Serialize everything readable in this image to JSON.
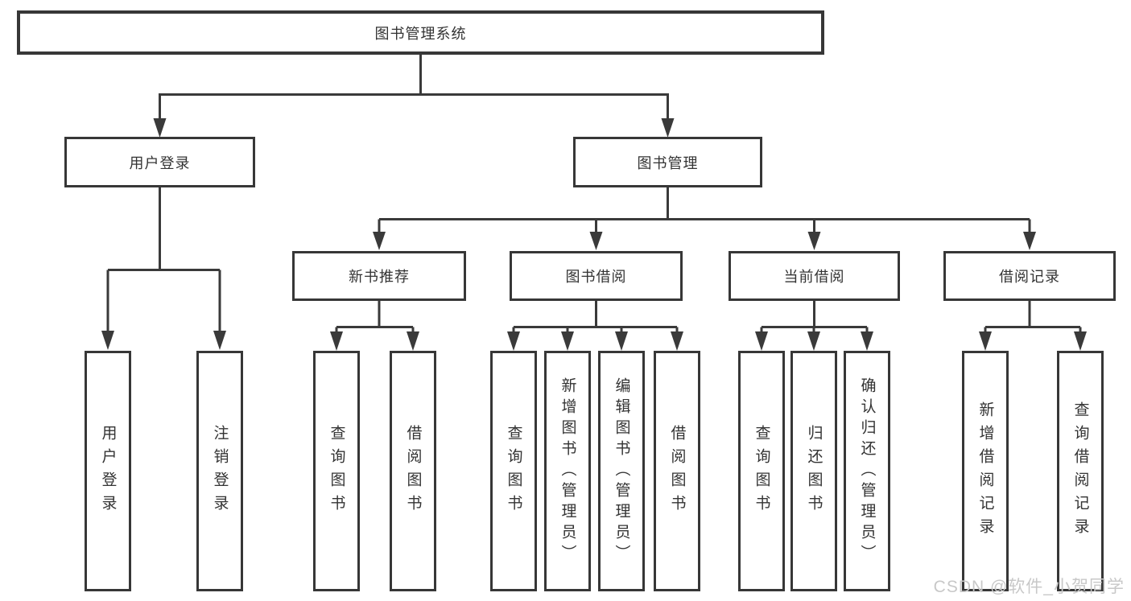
{
  "diagram": {
    "root": "图书管理系统",
    "level2": [
      {
        "label": "用户登录"
      },
      {
        "label": "图书管理"
      }
    ],
    "level3": [
      {
        "label": "新书推荐"
      },
      {
        "label": "图书借阅"
      },
      {
        "label": "当前借阅"
      },
      {
        "label": "借阅记录"
      }
    ],
    "leaves": {
      "login": [
        "用户登录",
        "注销登录"
      ],
      "recommend": [
        "查询图书",
        "借阅图书"
      ],
      "borrow": [
        "查询图书",
        "新增图书（管理员）",
        "编辑图书（管理员）",
        "借阅图书"
      ],
      "current": [
        "查询图书",
        "归还图书",
        "确认归还（管理员）"
      ],
      "records": [
        "新增借阅记录",
        "查询借阅记录"
      ]
    },
    "watermark": "CSDN @软件_小贺同学",
    "colors": {
      "line": "#3a3a3a",
      "text": "#333333",
      "watermark": "#c8c8c8",
      "background": "#ffffff"
    }
  }
}
